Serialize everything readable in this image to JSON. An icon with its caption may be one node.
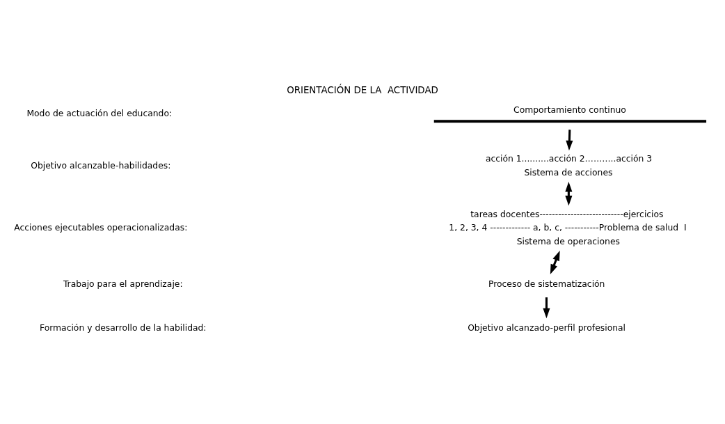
{
  "diagram": {
    "title": "ORIENTACIÓN DE LA  ACTIVIDAD",
    "nodes": [
      {
        "text": [
          "Comportamiento continuo"
        ]
      },
      {
        "text": [
          "acción 1..........acción 2………..acción 3",
          "Sistema de acciones"
        ]
      },
      {
        "text": [
          "tareas docentes---------------------------ejercicios",
          "1, 2, 3, 4 ------------- a, b, c, -----------Problema de salud  I",
          "Sistema de operaciones"
        ]
      },
      {
        "text": [
          "Proceso de sistematización"
        ]
      },
      {
        "text": [
          "Objetivo alcanzado-perfil profesional"
        ]
      }
    ],
    "edges": [
      {
        "from": 0,
        "to": 1,
        "arrow": "to"
      },
      {
        "from": 1,
        "to": 2,
        "arrow": "both"
      },
      {
        "from": 2,
        "to": 3,
        "arrow": "both"
      },
      {
        "from": 3,
        "to": 4,
        "arrow": "to"
      }
    ],
    "labels": [
      "Modo de actuación del educando:",
      "Objetivo alcanzable-habilidades:",
      "Acciones ejecutables operacionalizadas:",
      "Trabajo para el aprendizaje:",
      "Formación y desarrollo de la habilidad:"
    ]
  }
}
